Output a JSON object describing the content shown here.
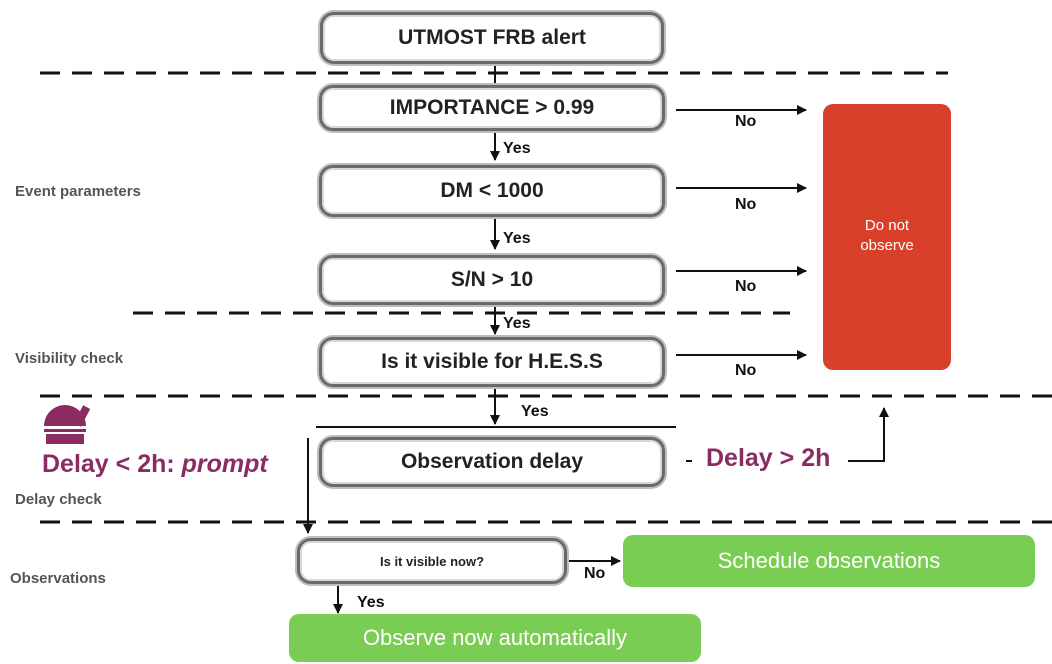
{
  "boxes": {
    "alert": "UTMOST FRB alert",
    "importance": "IMPORTANCE > 0.99",
    "dm": "DM < 1000",
    "sn": "S/N > 10",
    "visible_hess": "Is it visible for H.E.S.S",
    "obs_delay": "Observation delay",
    "visible_now": "Is it visible now?"
  },
  "labels": {
    "yes": "Yes",
    "no": "No",
    "do_not_observe_line1": "Do not",
    "do_not_observe_line2": "observe",
    "schedule": "Schedule observations",
    "observe_now": "Observe now automatically",
    "delay_prompt_prefix": "Delay < 2h: ",
    "delay_prompt_word": "prompt",
    "delay_long": "Delay > 2h"
  },
  "sections": {
    "event_parameters": "Event parameters",
    "visibility_check": "Visibility check",
    "delay_check": "Delay check",
    "observations": "Observations"
  },
  "colors": {
    "red": "#d9402a",
    "green": "#78cd52",
    "delay_text": "#8b2b62",
    "telescope_icon": "#8b2b62"
  }
}
